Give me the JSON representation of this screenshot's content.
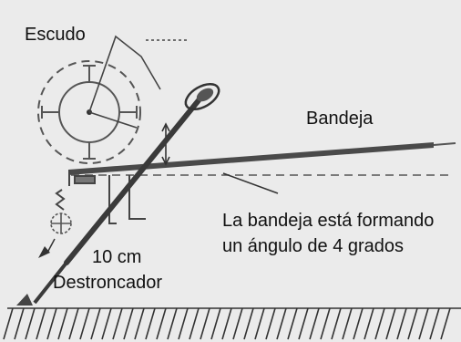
{
  "labels": {
    "escudo": "Escudo",
    "bandeja": "Bandeja",
    "nota_linea1": "La bandeja está formando",
    "nota_linea2": "un ángulo de 4 grados",
    "medida": "10 cm",
    "destroncador": "Destroncador"
  },
  "colors": {
    "background": "#ebebeb",
    "ink": "#333333",
    "text": "#111111"
  }
}
